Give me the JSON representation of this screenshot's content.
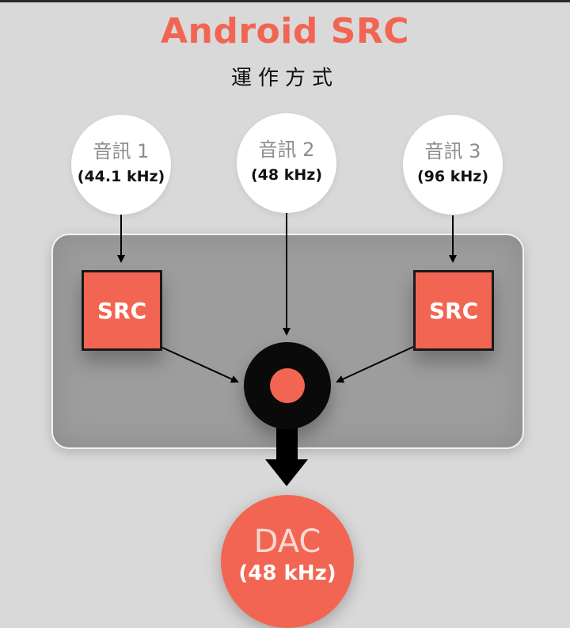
{
  "title": "Android SRC",
  "subtitle": "運作方式",
  "sources": [
    {
      "name": "音訊 1",
      "rate": "(44.1 kHz)"
    },
    {
      "name": "音訊 2",
      "rate": "(48 kHz)"
    },
    {
      "name": "音訊 3",
      "rate": "(96 kHz)"
    }
  ],
  "src_label": "SRC",
  "dac": {
    "name": "DAC",
    "rate": "(48 kHz)"
  },
  "colors": {
    "accent": "#f26552",
    "panel": "#9d9d9d",
    "background": "#d9d9d9"
  }
}
